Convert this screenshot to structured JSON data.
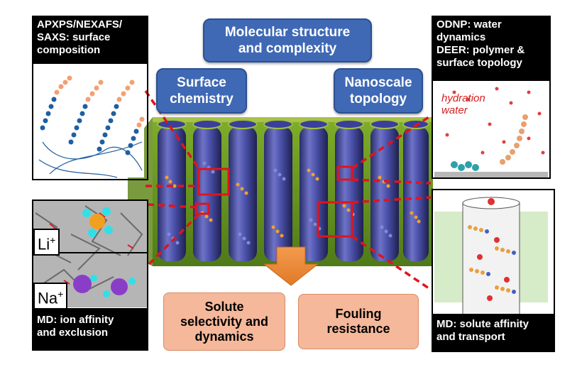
{
  "top_label": "Molecular structure\nand complexity",
  "left_label": "Surface\nchemistry",
  "right_label": "Nanoscale\ntopology",
  "bottom_left": "Solute\nselectivity and\ndynamics",
  "bottom_right": "Fouling\nresistance",
  "panel_tl": "APXPS/NEXAFS/\nSAXS: surface\ncomposition",
  "panel_tr": "ODNP: water\ndynamics\nDEER: polymer &\nsurface topology",
  "panel_bl": "MD: ion affinity\nand exclusion",
  "panel_br": "MD: solute affinity\nand transport",
  "hydration": "hydration\nwater",
  "ion_li": "Li",
  "ion_na": "Na",
  "ion_charge": "+",
  "colors": {
    "blue": "#3f69b5",
    "orange_box": "#f5b89a",
    "arrow": "#ee8a3a",
    "red": "#e0141e"
  }
}
